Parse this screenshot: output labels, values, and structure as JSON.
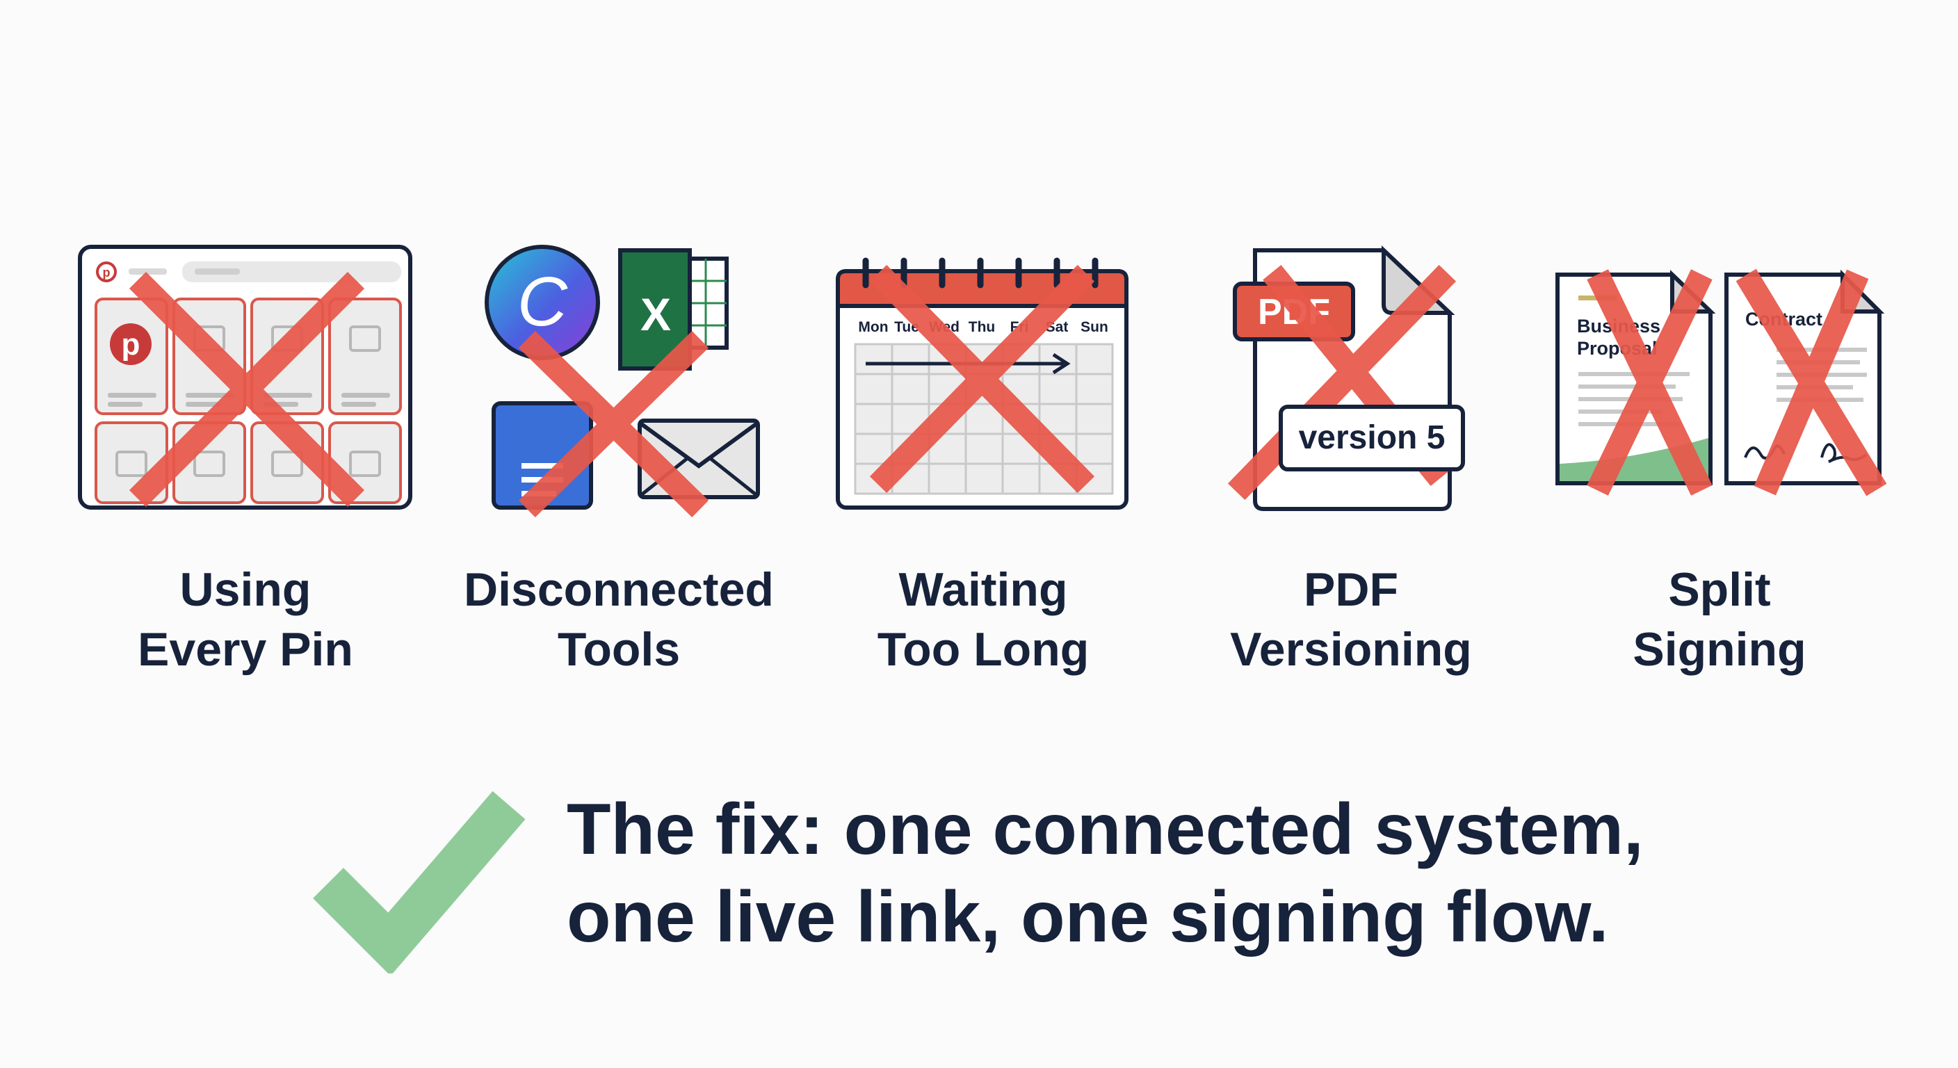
{
  "colors": {
    "navy": "#17223b",
    "red_x": "#e8584a",
    "check_green": "#8fcb99",
    "background": "#fbfbfb"
  },
  "icons": [
    "pinterest-board-icon",
    "canva-icon",
    "excel-icon",
    "google-docs-icon",
    "mail-icon",
    "calendar-icon",
    "pdf-document-icon",
    "business-proposal-document-icon",
    "contract-document-icon",
    "cross-x-icon",
    "checkmark-icon"
  ],
  "problems": [
    {
      "id": "pins",
      "caption_lines": [
        "Using",
        "Every Pin"
      ]
    },
    {
      "id": "tools",
      "caption_lines": [
        "Disconnected",
        "Tools"
      ],
      "canva_letter": "C",
      "excel_letter": "X"
    },
    {
      "id": "waiting",
      "caption_lines": [
        "Waiting",
        "Too Long"
      ],
      "weekdays": [
        "Mon",
        "Tue",
        "Wed",
        "Thu",
        "Fri",
        "Sat",
        "Sun"
      ]
    },
    {
      "id": "pdf",
      "caption_lines": [
        "PDF",
        "Versioning"
      ],
      "pdf_label": "PDF",
      "version_label": "version 5"
    },
    {
      "id": "signing",
      "caption_lines": [
        "Split",
        "Signing"
      ],
      "doc1_title_lines": [
        "Business",
        "Proposal"
      ],
      "doc2_title": "Contract"
    }
  ],
  "fix": {
    "lines": [
      "The fix: one connected system,",
      "one live link, one signing flow."
    ]
  }
}
